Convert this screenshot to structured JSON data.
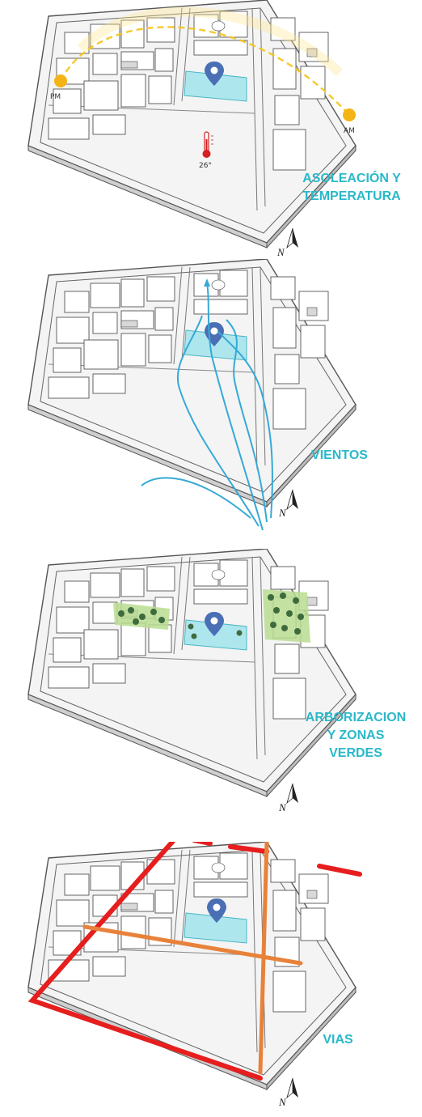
{
  "panels": [
    {
      "id": "asoleacion",
      "title_line1": "ASOLEACIÓN Y",
      "title_line2": "TEMPERATURA",
      "label_pm": "PM",
      "label_am": "AM",
      "temperature": "26°",
      "north": "N"
    },
    {
      "id": "vientos",
      "title_line1": "VIENTOS",
      "north": "N"
    },
    {
      "id": "arborizacion",
      "title_line1": "ARBORIZACION",
      "title_line2": "Y ZONAS",
      "title_line3": "VERDES",
      "north": "N"
    },
    {
      "id": "vias",
      "title_line1": "VIAS",
      "north": "N"
    }
  ],
  "colors": {
    "title": "#2ab8c9",
    "lot": "#aee6ee",
    "pin": "#4a6fb5",
    "sun": "#f5c518",
    "wind": "#36a9d6",
    "green": "#b9dc8f",
    "tree": "#3e6b3e",
    "major_road": "#e61e1e",
    "minor_road": "#e8823a"
  }
}
